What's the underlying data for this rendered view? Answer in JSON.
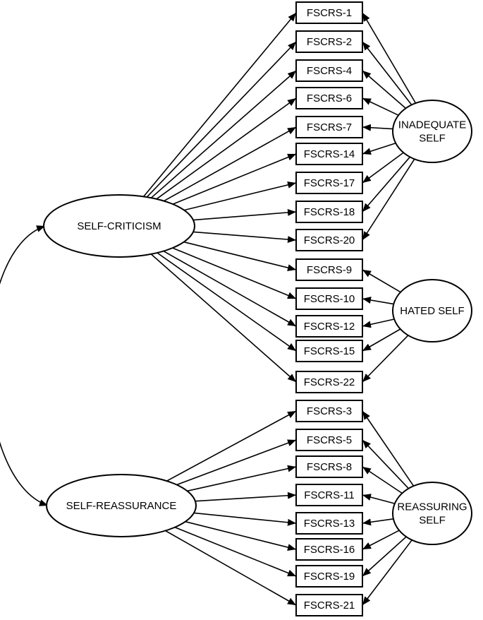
{
  "factors": [
    {
      "id": "self_criticism",
      "label": "SELF-CRITICISM"
    },
    {
      "id": "self_reassurance",
      "label": "SELF-REASSURANCE"
    },
    {
      "id": "inadequate_self",
      "label": [
        "INADEQUATE",
        "SELF"
      ]
    },
    {
      "id": "hated_self",
      "label": "HATED SELF"
    },
    {
      "id": "reassuring_self",
      "label": [
        "REASSURING",
        "SELF"
      ]
    }
  ],
  "items": [
    {
      "id": "fscrs_1",
      "label": "FSCRS-1"
    },
    {
      "id": "fscrs_2",
      "label": "FSCRS-2"
    },
    {
      "id": "fscrs_4",
      "label": "FSCRS-4"
    },
    {
      "id": "fscrs_6",
      "label": "FSCRS-6"
    },
    {
      "id": "fscrs_7",
      "label": "FSCRS-7"
    },
    {
      "id": "fscrs_14",
      "label": "FSCRS-14"
    },
    {
      "id": "fscrs_17",
      "label": "FSCRS-17"
    },
    {
      "id": "fscrs_18",
      "label": "FSCRS-18"
    },
    {
      "id": "fscrs_20",
      "label": "FSCRS-20"
    },
    {
      "id": "fscrs_9",
      "label": "FSCRS-9"
    },
    {
      "id": "fscrs_10",
      "label": "FSCRS-10"
    },
    {
      "id": "fscrs_12",
      "label": "FSCRS-12"
    },
    {
      "id": "fscrs_15",
      "label": "FSCRS-15"
    },
    {
      "id": "fscrs_22",
      "label": "FSCRS-22"
    },
    {
      "id": "fscrs_3",
      "label": "FSCRS-3"
    },
    {
      "id": "fscrs_5",
      "label": "FSCRS-5"
    },
    {
      "id": "fscrs_8",
      "label": "FSCRS-8"
    },
    {
      "id": "fscrs_11",
      "label": "FSCRS-11"
    },
    {
      "id": "fscrs_13",
      "label": "FSCRS-13"
    },
    {
      "id": "fscrs_16",
      "label": "FSCRS-16"
    },
    {
      "id": "fscrs_19",
      "label": "FSCRS-19"
    },
    {
      "id": "fscrs_21",
      "label": "FSCRS-21"
    }
  ],
  "paths": [
    {
      "from": "self_criticism",
      "to": "fscrs_1"
    },
    {
      "from": "self_criticism",
      "to": "fscrs_2"
    },
    {
      "from": "self_criticism",
      "to": "fscrs_4"
    },
    {
      "from": "self_criticism",
      "to": "fscrs_6"
    },
    {
      "from": "self_criticism",
      "to": "fscrs_7"
    },
    {
      "from": "self_criticism",
      "to": "fscrs_14"
    },
    {
      "from": "self_criticism",
      "to": "fscrs_17"
    },
    {
      "from": "self_criticism",
      "to": "fscrs_18"
    },
    {
      "from": "self_criticism",
      "to": "fscrs_20"
    },
    {
      "from": "self_criticism",
      "to": "fscrs_9"
    },
    {
      "from": "self_criticism",
      "to": "fscrs_10"
    },
    {
      "from": "self_criticism",
      "to": "fscrs_12"
    },
    {
      "from": "self_criticism",
      "to": "fscrs_15"
    },
    {
      "from": "self_criticism",
      "to": "fscrs_22"
    },
    {
      "from": "self_reassurance",
      "to": "fscrs_3"
    },
    {
      "from": "self_reassurance",
      "to": "fscrs_5"
    },
    {
      "from": "self_reassurance",
      "to": "fscrs_8"
    },
    {
      "from": "self_reassurance",
      "to": "fscrs_11"
    },
    {
      "from": "self_reassurance",
      "to": "fscrs_13"
    },
    {
      "from": "self_reassurance",
      "to": "fscrs_16"
    },
    {
      "from": "self_reassurance",
      "to": "fscrs_19"
    },
    {
      "from": "self_reassurance",
      "to": "fscrs_21"
    },
    {
      "from": "inadequate_self",
      "to": "fscrs_1"
    },
    {
      "from": "inadequate_self",
      "to": "fscrs_2"
    },
    {
      "from": "inadequate_self",
      "to": "fscrs_4"
    },
    {
      "from": "inadequate_self",
      "to": "fscrs_6"
    },
    {
      "from": "inadequate_self",
      "to": "fscrs_7"
    },
    {
      "from": "inadequate_self",
      "to": "fscrs_14"
    },
    {
      "from": "inadequate_self",
      "to": "fscrs_17"
    },
    {
      "from": "inadequate_self",
      "to": "fscrs_18"
    },
    {
      "from": "inadequate_self",
      "to": "fscrs_20"
    },
    {
      "from": "hated_self",
      "to": "fscrs_9"
    },
    {
      "from": "hated_self",
      "to": "fscrs_10"
    },
    {
      "from": "hated_self",
      "to": "fscrs_12"
    },
    {
      "from": "hated_self",
      "to": "fscrs_15"
    },
    {
      "from": "hated_self",
      "to": "fscrs_22"
    },
    {
      "from": "reassuring_self",
      "to": "fscrs_3"
    },
    {
      "from": "reassuring_self",
      "to": "fscrs_5"
    },
    {
      "from": "reassuring_self",
      "to": "fscrs_8"
    },
    {
      "from": "reassuring_self",
      "to": "fscrs_11"
    },
    {
      "from": "reassuring_self",
      "to": "fscrs_13"
    },
    {
      "from": "reassuring_self",
      "to": "fscrs_16"
    },
    {
      "from": "reassuring_self",
      "to": "fscrs_19"
    },
    {
      "from": "reassuring_self",
      "to": "fscrs_21"
    }
  ],
  "covariances": [
    {
      "a": "self_criticism",
      "b": "self_reassurance"
    }
  ]
}
